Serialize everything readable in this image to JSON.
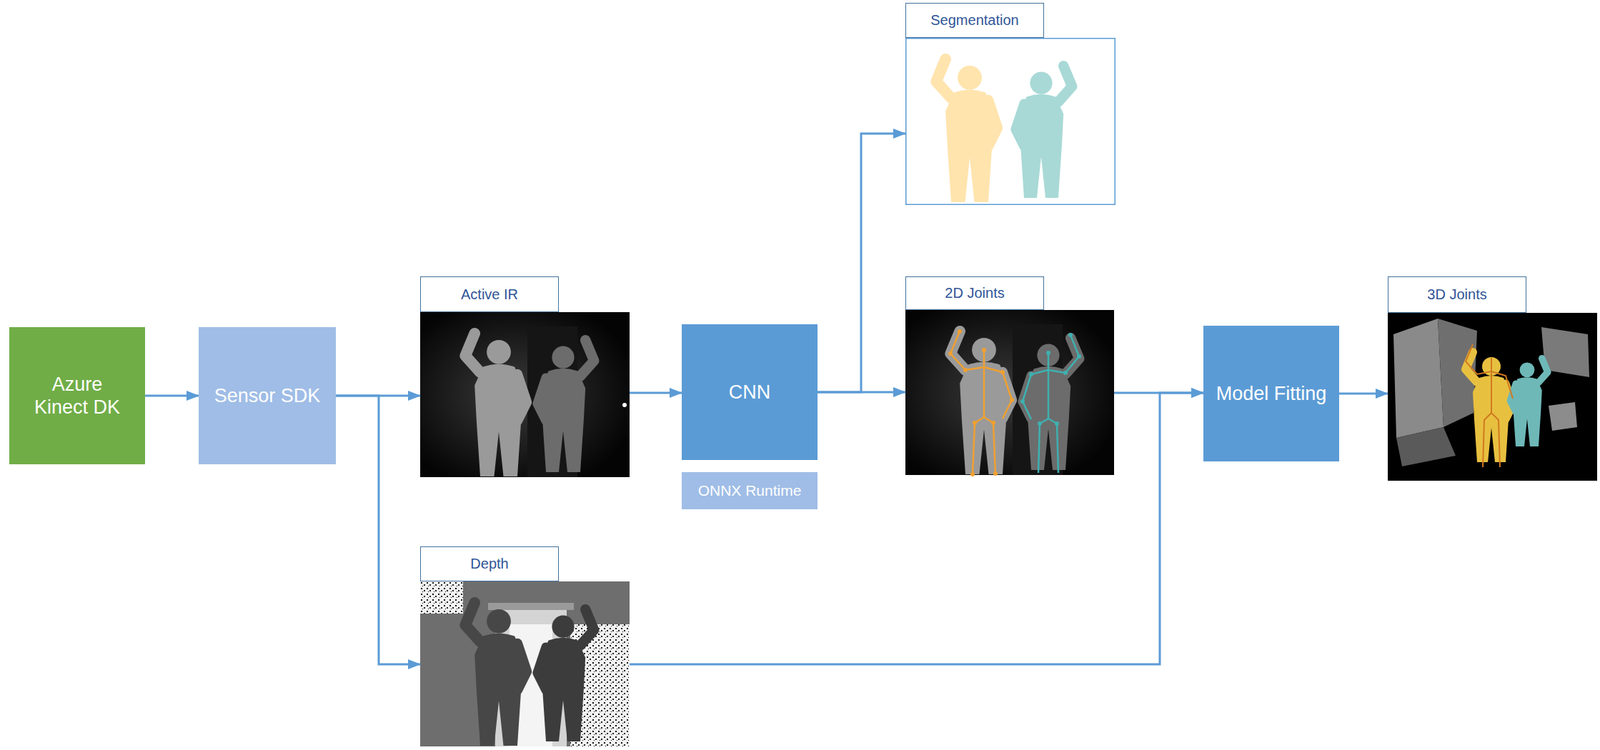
{
  "diagram": {
    "nodes": [
      {
        "text": [
          "Azure Kinect DK"
        ]
      },
      {
        "text": [
          "Sensor SDK"
        ]
      },
      {
        "text": [
          "Active IR"
        ]
      },
      {
        "text": [
          "Depth"
        ]
      },
      {
        "text": [
          "CNN"
        ]
      },
      {
        "text": [
          "ONNX Runtime"
        ]
      },
      {
        "text": [
          "Segmentation"
        ]
      },
      {
        "text": [
          "2D Joints"
        ]
      },
      {
        "text": [
          "Model Fitting"
        ]
      },
      {
        "text": [
          "3D Joints"
        ]
      }
    ],
    "edges": [
      {
        "from": 0,
        "to": 1,
        "arrow": "to"
      },
      {
        "from": 1,
        "to": 2,
        "arrow": "to"
      },
      {
        "from": 1,
        "to": 3,
        "arrow": "to"
      },
      {
        "from": 2,
        "to": 4,
        "arrow": "to"
      },
      {
        "from": 4,
        "to": 6,
        "arrow": "to"
      },
      {
        "from": 4,
        "to": 7,
        "arrow": "to"
      },
      {
        "from": 7,
        "to": 8,
        "arrow": "to"
      },
      {
        "from": 3,
        "to": 8,
        "arrow": "to"
      },
      {
        "from": 8,
        "to": 9,
        "arrow": "to"
      }
    ]
  }
}
